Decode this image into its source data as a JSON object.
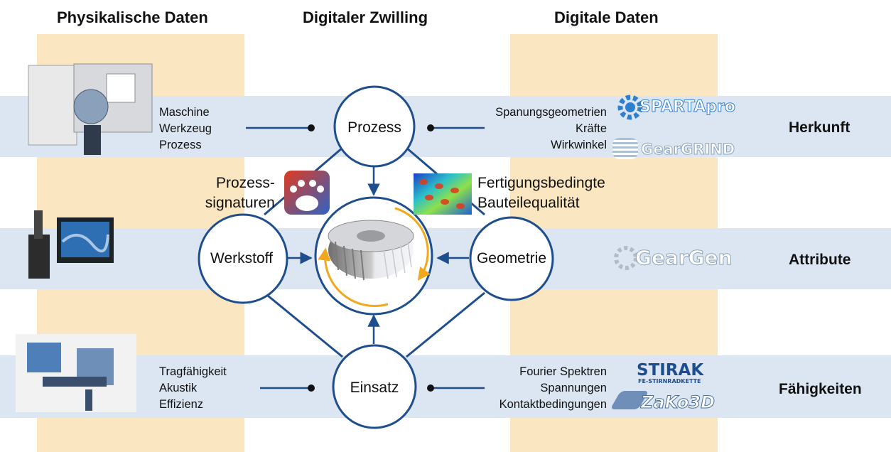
{
  "headings": {
    "physical": "Physikalische Daten",
    "twin": "Digitaler Zwilling",
    "digital": "Digitale Daten"
  },
  "rows": {
    "herkunft": "Herkunft",
    "attribute": "Attribute",
    "faehigkeiten": "Fähigkeiten"
  },
  "nodes": {
    "prozess": "Prozess",
    "werkstoff": "Werkstoff",
    "geometrie": "Geometrie",
    "einsatz": "Einsatz"
  },
  "left_texts": {
    "top": [
      "Maschine",
      "Werkzeug",
      "Prozess"
    ],
    "bottom": [
      "Tragfähigkeit",
      "Akustik",
      "Effizienz"
    ]
  },
  "right_texts": {
    "top": [
      "Spanungsgeometrien",
      "Kräfte",
      "Wirkwinkel"
    ],
    "bottom": [
      "Fourier Spektren",
      "Spannungen",
      "Kontaktbedingungen"
    ]
  },
  "annotations": {
    "signatures": [
      "Prozess-",
      "signaturen"
    ],
    "quality": [
      "Fertigungsbedingte",
      "Bauteilequalität"
    ]
  },
  "logos": {
    "spartapro": "SPARTApro",
    "geargrind": "GearGRIND",
    "geargen": "GearGen",
    "stirak": "STIRAK",
    "stirak_sub": "FE-STIRNRADKETTE",
    "zako3d": "ZaKo3D"
  },
  "colors": {
    "column_bg": "#fae6c0",
    "band_bg": "#dce6f2",
    "line": "#1f4e8c",
    "rotation": "#f2a81d"
  }
}
